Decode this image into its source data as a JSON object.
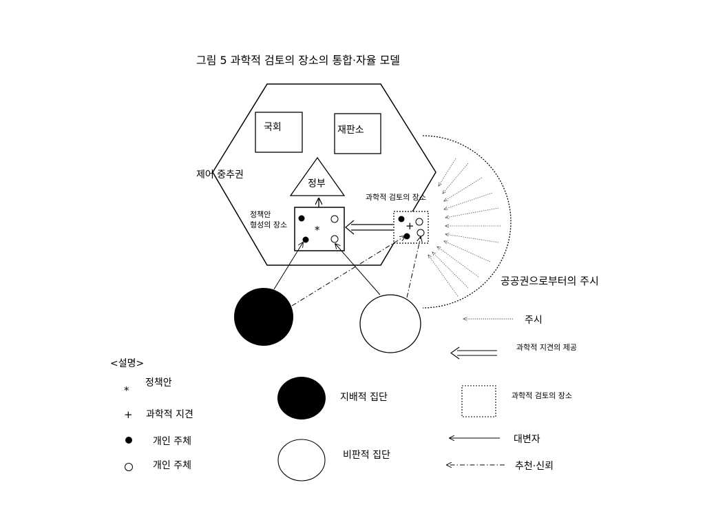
{
  "title": "그림 5 과학적 검토의 장소의 통합·자율 모델",
  "hexagon_label": "제어 중추권",
  "boxes": {
    "parliament": "국회",
    "court": "재판소",
    "government": "정부"
  },
  "policy_place_label": [
    "정책안",
    "형성의 장소"
  ],
  "review_place_label": "과학적 검토의 장소",
  "public_watch_label": "공공권으로부터의 주시",
  "symbols": {
    "asterisk": "*",
    "plus": "+"
  },
  "arrow_legend": [
    {
      "id": "watch",
      "label": "주시"
    },
    {
      "id": "provide",
      "label": "과학적 지견의 제공"
    },
    {
      "id": "review-place",
      "label": "과학적 검토의 장소"
    },
    {
      "id": "advocate",
      "label": "대변자"
    },
    {
      "id": "recommend",
      "label": "추천·신뢰"
    }
  ],
  "legend": {
    "heading": "<설명>",
    "items": [
      {
        "symbol": "*",
        "label": "정책안"
      },
      {
        "symbol": "+",
        "label": "과학적 지견"
      },
      {
        "symbol": "filled-dot",
        "label": "개인 주체"
      },
      {
        "symbol": "open-dot",
        "label": "개인 주체"
      }
    ],
    "groups": [
      {
        "symbol": "filled-ellipse",
        "label": "지배적 집단"
      },
      {
        "symbol": "open-ellipse",
        "label": "비판적 집단"
      }
    ]
  },
  "colors": {
    "ink": "#000000",
    "background": "#ffffff"
  }
}
